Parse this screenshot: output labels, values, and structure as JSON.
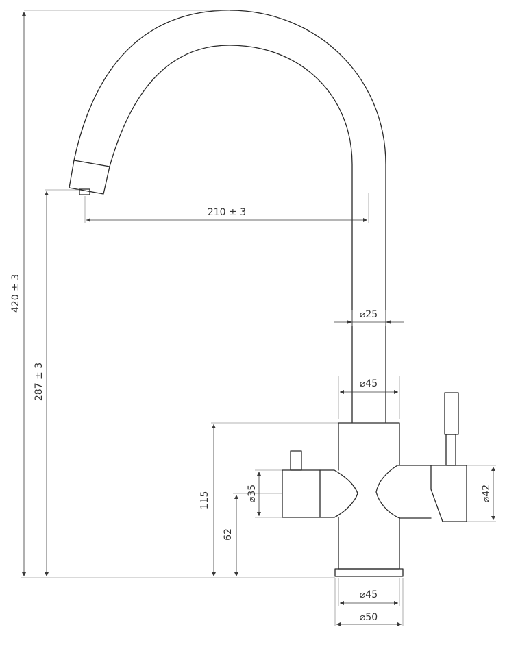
{
  "dimensions": {
    "overall_height": "420 ± 3",
    "spout_height": "287 ± 3",
    "spout_reach": "210 ± 3",
    "body_height": "115",
    "handle_height": "62",
    "spout_diameter": "⌀25",
    "neck_diameter": "⌀45",
    "left_handle_diameter": "⌀35",
    "right_handle_diameter": "⌀42",
    "base_diameter": "⌀45",
    "plate_diameter": "⌀50"
  },
  "colors": {
    "outline": "#2a2a2a",
    "dimension": "#3a3a3a",
    "extension": "#9a9a9a"
  }
}
